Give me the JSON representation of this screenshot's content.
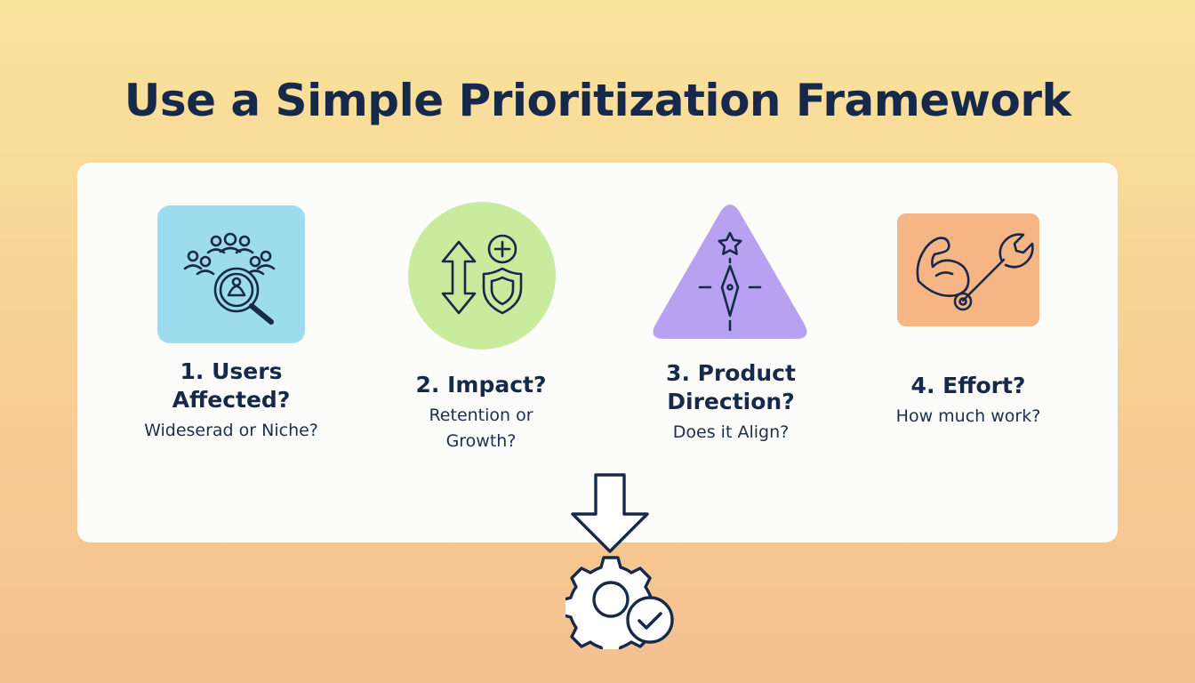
{
  "title": "Use a Simple Prioritization Framework",
  "colors": {
    "background_top": "#f9e49c",
    "background_bottom": "#f4c090",
    "text": "#17294a",
    "tile_users": "#9ddcef",
    "tile_impact": "#c9eb9d",
    "tile_direction": "#b7a2f2",
    "tile_effort": "#f6b585"
  },
  "steps": [
    {
      "title_line1": "1. Users",
      "title_line2": "Affected?",
      "subtitle_line1": "Wideserad or Niche?",
      "subtitle_line2": "",
      "icon": "users-search-icon",
      "shape": "rounded-square"
    },
    {
      "title_line1": "2. Impact?",
      "title_line2": "",
      "subtitle_line1": "Retention or",
      "subtitle_line2": "Growth?",
      "icon": "arrows-shield-icon",
      "shape": "circle"
    },
    {
      "title_line1": "3. Product",
      "title_line2": "Direction?",
      "subtitle_line1": "Does it Align?",
      "subtitle_line2": "",
      "icon": "compass-star-icon",
      "shape": "triangle"
    },
    {
      "title_line1": "4. Effort?",
      "title_line2": "",
      "subtitle_line1": "How much work?",
      "subtitle_line2": "",
      "icon": "muscle-wrench-icon",
      "shape": "rounded-rectangle"
    }
  ],
  "flow": {
    "arrow_icon": "down-arrow-icon",
    "result_icon": "gear-check-icon"
  }
}
